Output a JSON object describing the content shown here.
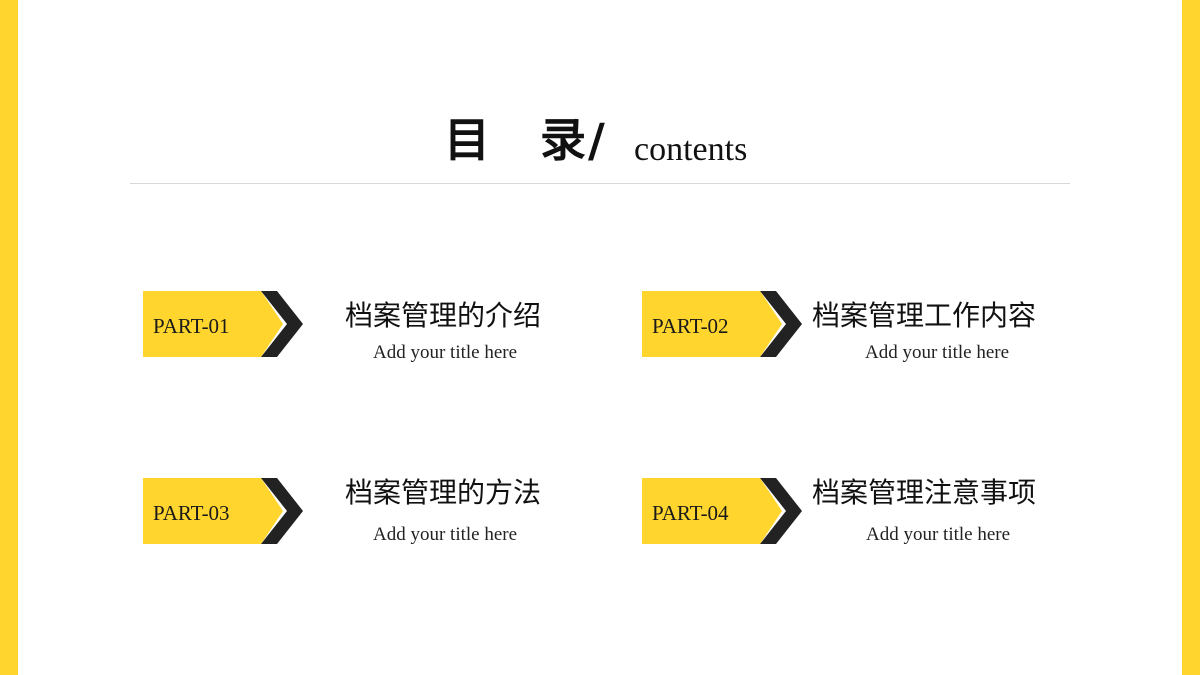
{
  "colors": {
    "accent": "#FFD52E",
    "chevron": "#222222",
    "divider": "#D9D9D9"
  },
  "title": {
    "cn": "目　录/",
    "en": "contents"
  },
  "items": [
    {
      "tag": "PART-01",
      "title": "档案管理的介绍",
      "subtitle": "Add your title here"
    },
    {
      "tag": "PART-02",
      "title": "档案管理工作内容",
      "subtitle": "Add your title here"
    },
    {
      "tag": "PART-03",
      "title": "档案管理的方法",
      "subtitle": "Add your title here"
    },
    {
      "tag": "PART-04",
      "title": "档案管理注意事项",
      "subtitle": "Add your title here"
    }
  ]
}
